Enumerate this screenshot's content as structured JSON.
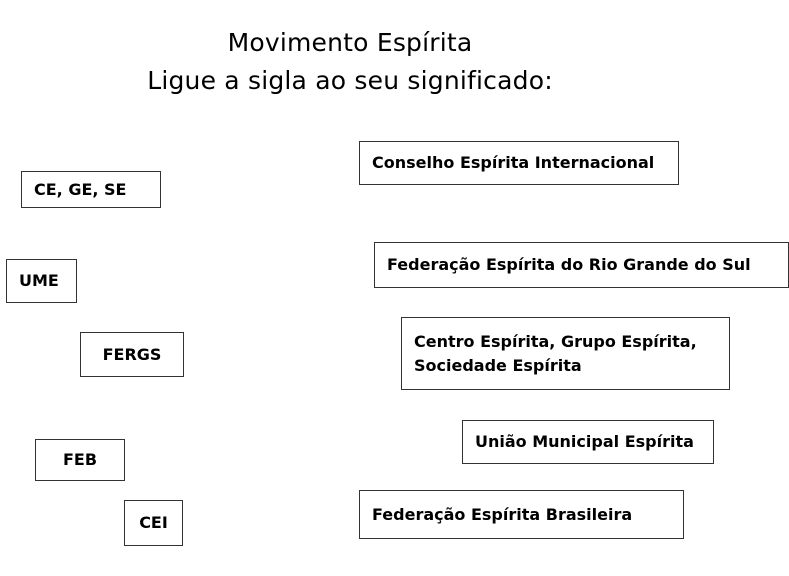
{
  "header": {
    "title": "Movimento Espírita",
    "instruction": "Ligue a sigla ao seu significado:"
  },
  "siglas": [
    "CE, GE, SE",
    "UME",
    "FERGS",
    "FEB",
    "CEI"
  ],
  "significados": [
    "Conselho Espírita Internacional",
    "Federação Espírita do Rio Grande do Sul",
    {
      "line1": "Centro Espírita, Grupo Espírita,",
      "line2": "Sociedade Espírita"
    },
    "União Municipal Espírita",
    "Federação Espírita Brasileira"
  ]
}
